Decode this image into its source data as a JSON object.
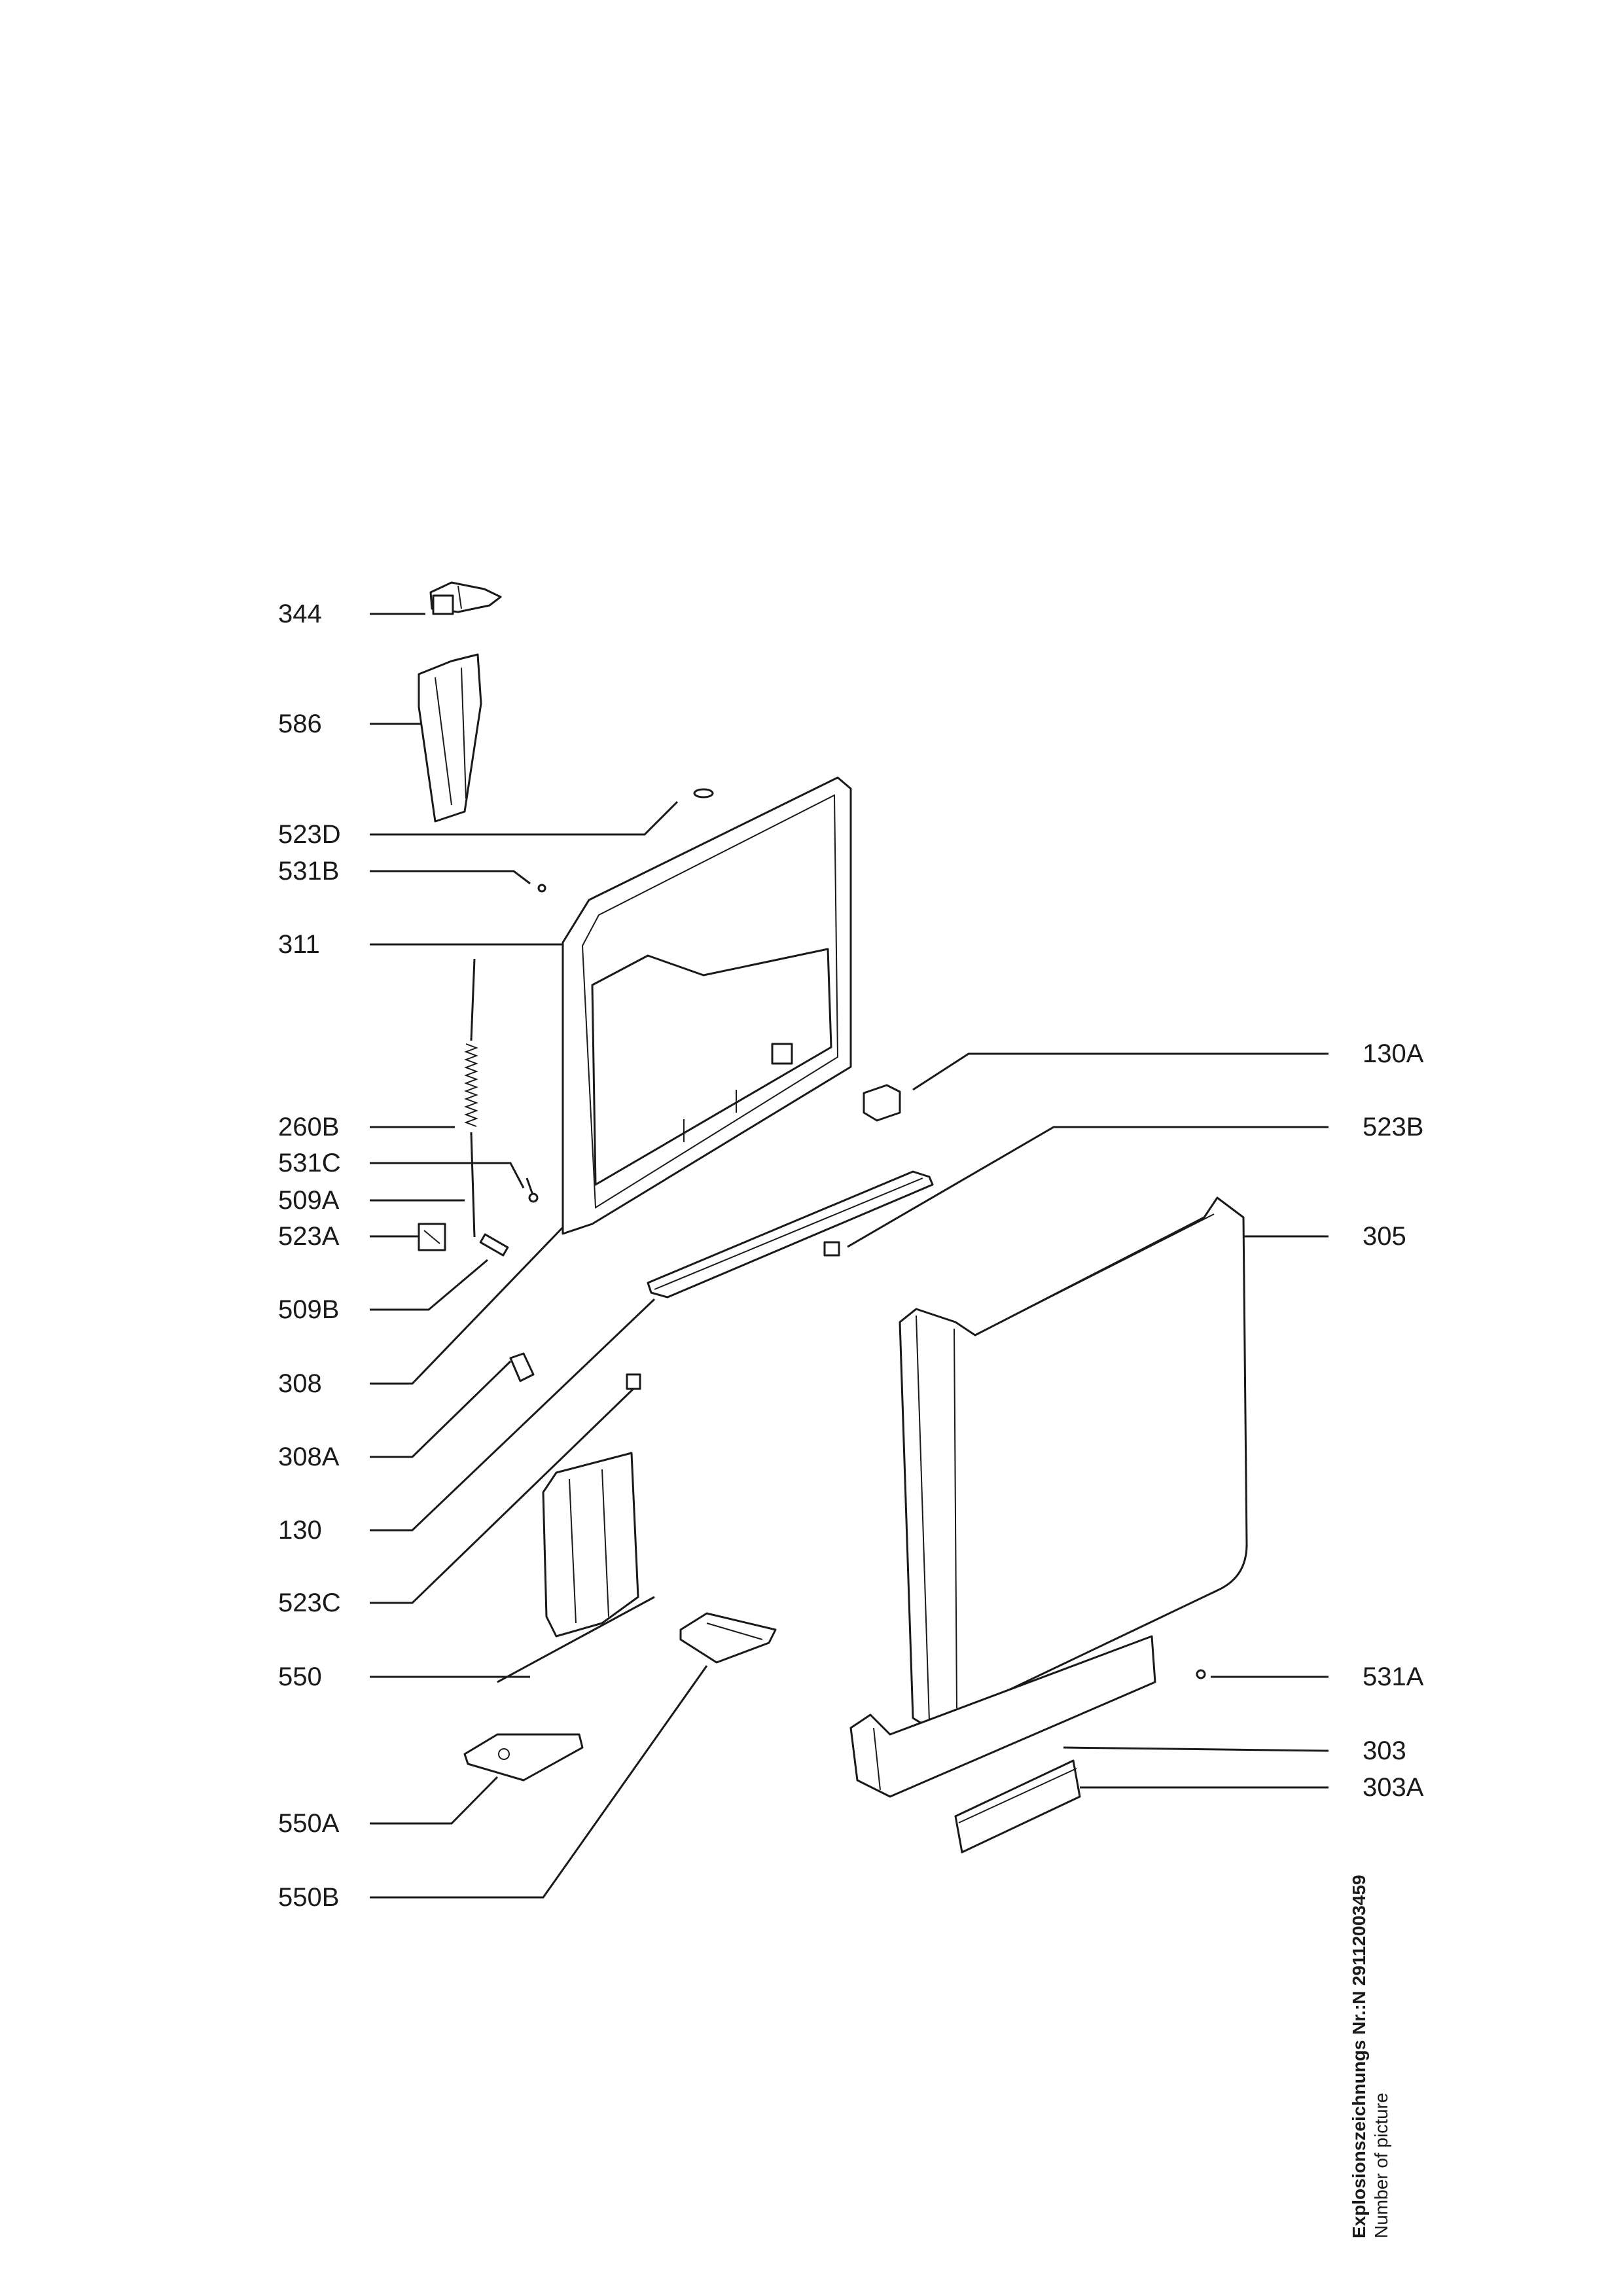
{
  "callouts": {
    "c344": "344",
    "c586": "586",
    "c523D": "523D",
    "c531B": "531B",
    "c311": "311",
    "c130A": "130A",
    "c260B": "260B",
    "c523B": "523B",
    "c531C": "531C",
    "c509A": "509A",
    "c523A": "523A",
    "c305": "305",
    "c509B": "509B",
    "c308": "308",
    "c308A": "308A",
    "c130": "130",
    "c523C": "523C",
    "c550": "550",
    "c531A": "531A",
    "c303": "303",
    "c303A": "303A",
    "c550A": "550A",
    "c550B": "550B"
  },
  "caption": {
    "line1": "Explosionszeichnungs Nr.:N 29112003459",
    "line2": "Number of picture"
  }
}
